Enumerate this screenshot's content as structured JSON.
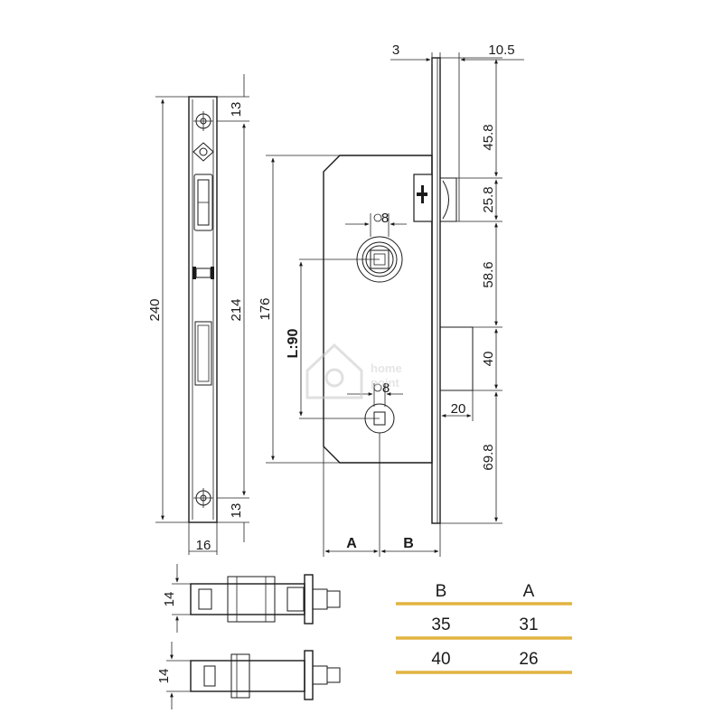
{
  "faceplate_dims": {
    "overall_height": "240",
    "screw_spacing": "214",
    "top_offset": "13",
    "bottom_offset": "13",
    "width": "16"
  },
  "body_dims": {
    "top_3": "3",
    "top_10_5": "10.5",
    "d_45_8": "45.8",
    "d_25_8": "25.8",
    "d_58_6": "58.6",
    "d_40": "40",
    "d_20": "20",
    "d_69_8": "69.8",
    "height_176": "176",
    "spindle": "8",
    "cylinder": "8",
    "centre_label": "L:90",
    "label_a": "A",
    "label_b": "B"
  },
  "side_views": {
    "dim_upper": "14",
    "dim_lower": "14"
  },
  "watermark": {
    "line1": "home",
    "line2": "point"
  },
  "table": {
    "headers": [
      "B",
      "A"
    ],
    "rows": [
      [
        "35",
        "31"
      ],
      [
        "40",
        "26"
      ]
    ],
    "rule_color": "#e2b440"
  }
}
